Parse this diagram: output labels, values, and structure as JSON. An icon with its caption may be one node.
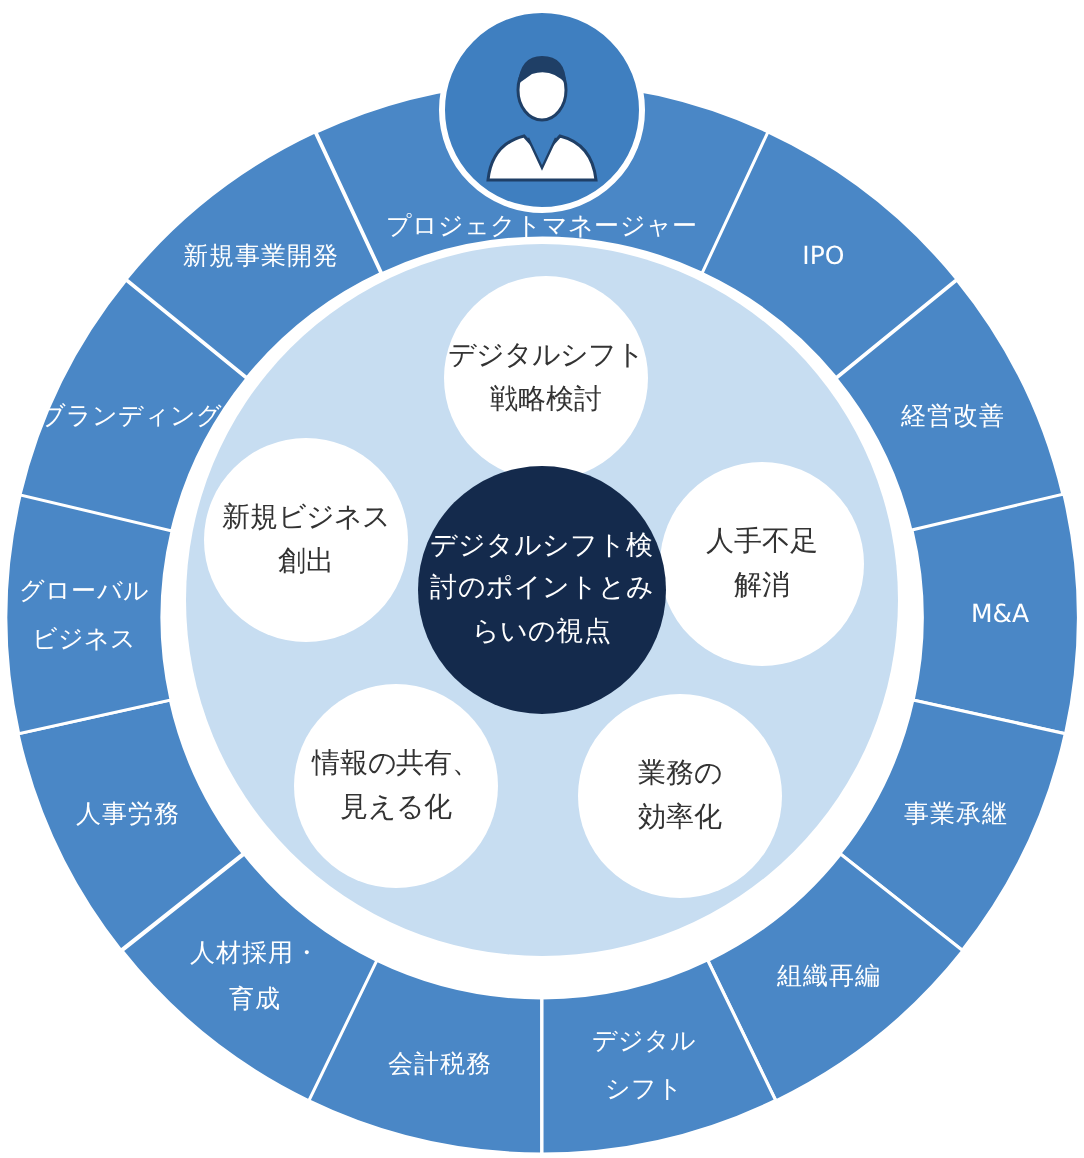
{
  "diagram": {
    "nodes": [
      {
        "text": [
          "プロジェクトマネージャー"
        ]
      },
      {
        "text": [
          "IPO"
        ]
      },
      {
        "text": [
          "経営改善"
        ]
      },
      {
        "text": [
          "M&A"
        ]
      },
      {
        "text": [
          "事業承継"
        ]
      },
      {
        "text": [
          "組織再編"
        ]
      },
      {
        "text": [
          "デジタルシフト"
        ]
      },
      {
        "text": [
          "会計税務"
        ]
      },
      {
        "text": [
          "人材採用・育成"
        ]
      },
      {
        "text": [
          "人事労務"
        ]
      },
      {
        "text": [
          "グローバルビジネス"
        ]
      },
      {
        "text": [
          "ブランディング"
        ]
      },
      {
        "text": [
          "新規事業開発"
        ]
      },
      {
        "text": [],
        "shape": "circle"
      },
      {
        "text": [
          "デジタルシフト戦略検討"
        ],
        "in": 13
      },
      {
        "text": [
          "人手不足解消"
        ],
        "in": 13
      },
      {
        "text": [
          "業務の効率化"
        ],
        "in": 13
      },
      {
        "text": [
          "情報の共有、見える化"
        ],
        "in": 13
      },
      {
        "text": [
          "新規ビジネス創出"
        ],
        "in": 13
      },
      {
        "text": [
          "デジタルシフト検討のポイントとみらいの視点"
        ],
        "in": 13
      }
    ]
  }
}
